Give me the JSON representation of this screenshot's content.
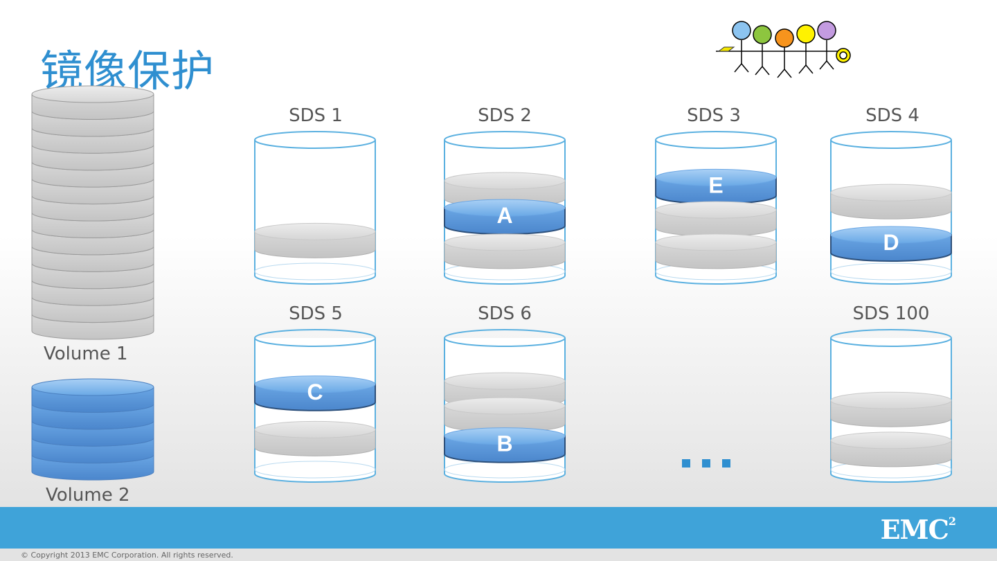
{
  "slide": {
    "title": "镜像保护",
    "volumes": [
      {
        "label": "Volume 1",
        "layers": 14,
        "color": "gray"
      },
      {
        "label": "Volume 2",
        "layers": 5,
        "color": "blue"
      }
    ],
    "servers": [
      {
        "label": "SDS 1",
        "slices": [
          {
            "level": 0.72,
            "letter": "",
            "color": "gray"
          }
        ]
      },
      {
        "label": "SDS 2",
        "slices": [
          {
            "level": 0.25,
            "letter": "",
            "color": "gray"
          },
          {
            "level": 0.5,
            "letter": "A",
            "color": "blue"
          },
          {
            "level": 0.82,
            "letter": "",
            "color": "gray"
          }
        ]
      },
      {
        "label": "SDS 3",
        "slices": [
          {
            "level": 0.22,
            "letter": "E",
            "color": "blue"
          },
          {
            "level": 0.52,
            "letter": "",
            "color": "gray"
          },
          {
            "level": 0.82,
            "letter": "",
            "color": "gray"
          }
        ]
      },
      {
        "label": "SDS 4",
        "slices": [
          {
            "level": 0.36,
            "letter": "",
            "color": "gray"
          },
          {
            "level": 0.75,
            "letter": "D",
            "color": "blue"
          }
        ]
      },
      {
        "label": "SDS 5",
        "slices": [
          {
            "level": 0.3,
            "letter": "C",
            "color": "blue"
          },
          {
            "level": 0.72,
            "letter": "",
            "color": "gray"
          }
        ]
      },
      {
        "label": "SDS 6",
        "slices": [
          {
            "level": 0.27,
            "letter": "",
            "color": "gray"
          },
          {
            "level": 0.5,
            "letter": "",
            "color": "gray"
          },
          {
            "level": 0.78,
            "letter": "B",
            "color": "blue"
          }
        ]
      },
      {
        "label": "SDS 100",
        "slices": [
          {
            "level": 0.45,
            "letter": "",
            "color": "gray"
          },
          {
            "level": 0.82,
            "letter": "",
            "color": "gray"
          }
        ]
      }
    ],
    "ellipsis_dots": 3
  },
  "footer": {
    "brand": "EMC",
    "brand_sup": "2",
    "copyright": "© Copyright 2013 EMC Corporation. All rights reserved."
  },
  "colors": {
    "accent": "#2f8fd0",
    "footer_bar": "#3fa3d9",
    "slice_blue": "#4a8fd8",
    "slice_gray": "#d0d0d0"
  }
}
